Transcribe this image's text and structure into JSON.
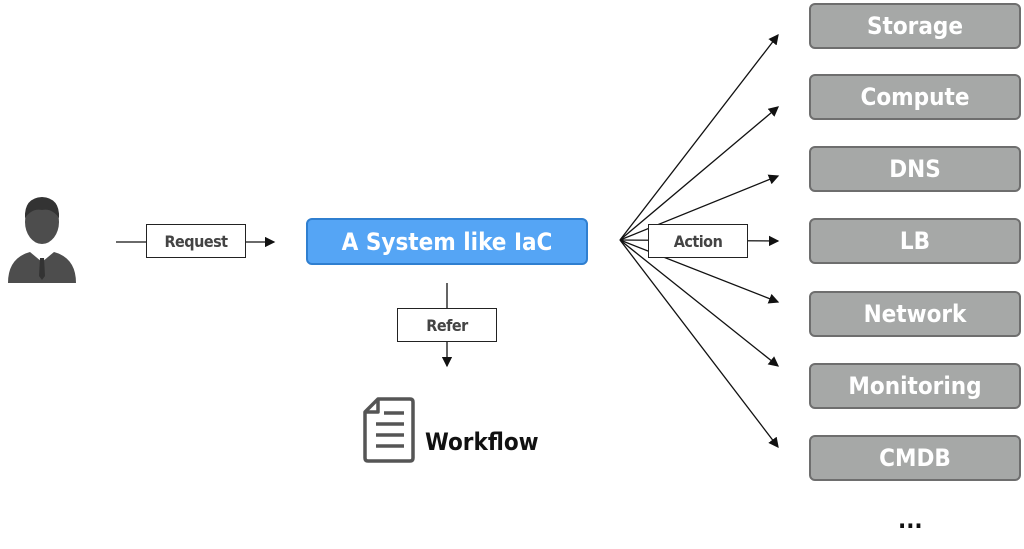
{
  "labels": {
    "request": "Request",
    "action": "Action",
    "refer": "Refer"
  },
  "system": {
    "title": "A System like IaC"
  },
  "workflow": {
    "label": "Workflow",
    "icon": "document-icon"
  },
  "user": {
    "icon": "businessman-icon"
  },
  "targets": [
    "Storage",
    "Compute",
    "DNS",
    "LB",
    "Network",
    "Monitoring",
    "CMDB"
  ],
  "more": "...",
  "colors": {
    "system": "#55a5f5",
    "target": "#a6a8a7"
  }
}
